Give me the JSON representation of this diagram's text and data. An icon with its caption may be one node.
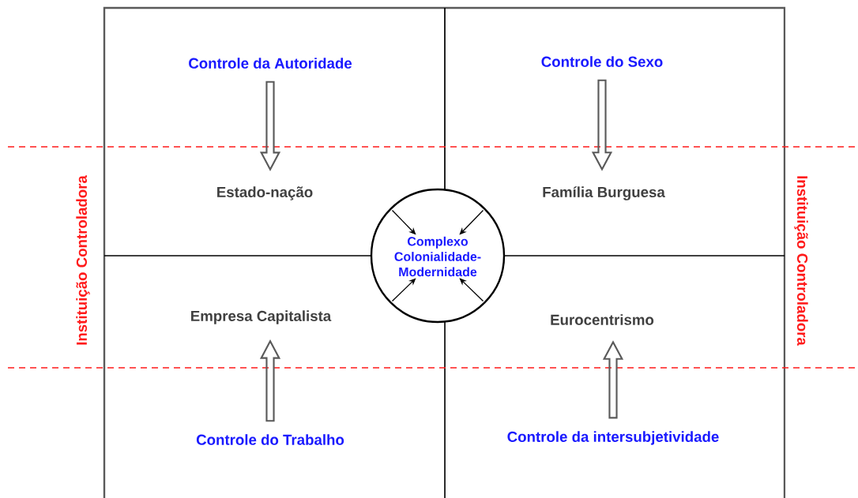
{
  "diagram": {
    "nodes": [
      {
        "text": [],
        "shape": "circle"
      },
      {
        "text": [
          "Complexo Colonialidade-Modernidade"
        ],
        "in": 0
      },
      {
        "text": [
          "Controle da Autoridade"
        ]
      },
      {
        "text": [
          "Controle do Sexo"
        ]
      },
      {
        "text": [
          "Estado-nação"
        ]
      },
      {
        "text": [
          "Família Burguesa"
        ]
      },
      {
        "text": [
          "Empresa Capitalista"
        ]
      },
      {
        "text": [
          "Eurocentrismo"
        ]
      },
      {
        "text": [
          "Controle do Trabalho"
        ]
      },
      {
        "text": [
          "Controle da intersubjetividade"
        ]
      }
    ],
    "edges": [
      {
        "from": 2,
        "to": 4,
        "arrow": "to",
        "style": "thick"
      },
      {
        "from": 3,
        "to": 5,
        "arrow": "to",
        "style": "thick"
      },
      {
        "from": 8,
        "to": 6,
        "arrow": "to",
        "style": "thick"
      },
      {
        "from": 9,
        "to": 7,
        "arrow": "to",
        "style": "thick"
      },
      {
        "from": null,
        "to": 1,
        "arrow": "to"
      },
      {
        "from": null,
        "to": 1,
        "arrow": "to"
      },
      {
        "from": null,
        "to": 1,
        "arrow": "to"
      },
      {
        "from": null,
        "to": 1,
        "arrow": "to"
      }
    ],
    "labels": [
      "Instituição Controladora",
      "Instituição Controladora"
    ]
  }
}
